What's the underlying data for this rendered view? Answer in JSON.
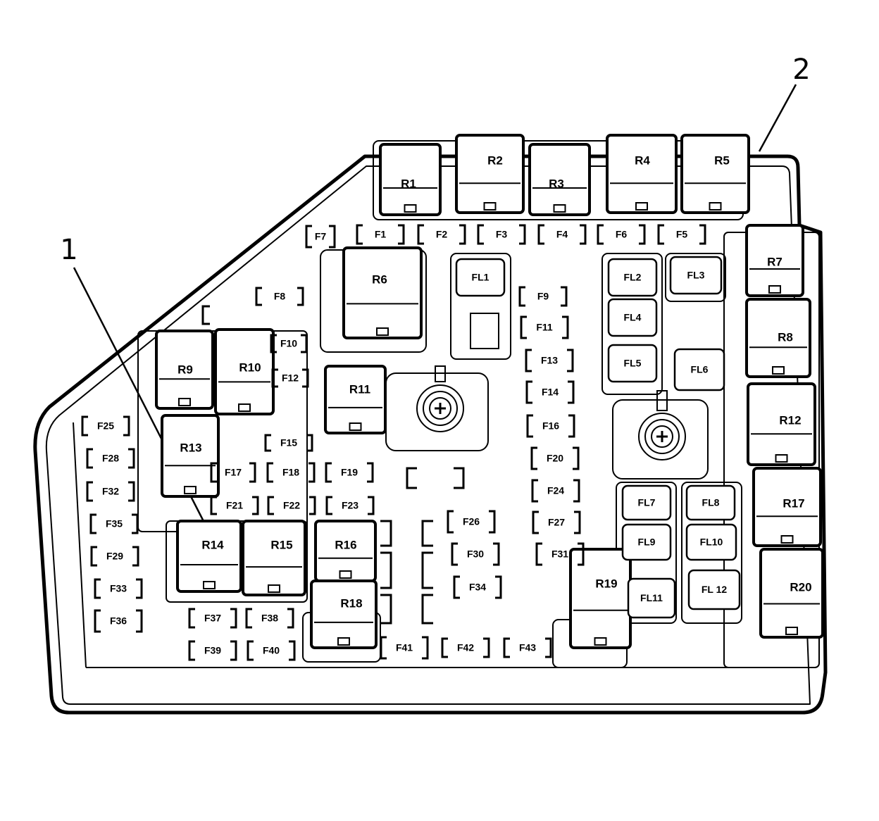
{
  "callouts": {
    "c1": "1",
    "c2": "2"
  },
  "relays": {
    "R1": "R1",
    "R2": "R2",
    "R3": "R3",
    "R4": "R4",
    "R5": "R5",
    "R6": "R6",
    "R7": "R7",
    "R8": "R8",
    "R9": "R9",
    "R10": "R10",
    "R11": "R11",
    "R12": "R12",
    "R13": "R13",
    "R14": "R14",
    "R15": "R15",
    "R16": "R16",
    "R17": "R17",
    "R18": "R18",
    "R19": "R19",
    "R20": "R20"
  },
  "fuses": {
    "F1": "F1",
    "F2": "F2",
    "F3": "F3",
    "F4": "F4",
    "F5": "F5",
    "F6": "F6",
    "F7": "F7",
    "F8": "F8",
    "F9": "F9",
    "F10": "F10",
    "F11": "F11",
    "F12": "F12",
    "F13": "F13",
    "F14": "F14",
    "F15": "F15",
    "F16": "F16",
    "F17": "F17",
    "F18": "F18",
    "F19": "F19",
    "F20": "F20",
    "F21": "F21",
    "F22": "F22",
    "F23": "F23",
    "F24": "F24",
    "F25": "F25",
    "F26": "F26",
    "F27": "F27",
    "F28": "F28",
    "F29": "F29",
    "F30": "F30",
    "F31": "F31",
    "F32": "F32",
    "F33": "F33",
    "F34": "F34",
    "F35": "F35",
    "F36": "F36",
    "F37": "F37",
    "F38": "F38",
    "F39": "F39",
    "F40": "F40",
    "F41": "F41",
    "F42": "F42",
    "F43": "F43"
  },
  "fusible_links": {
    "FL1": "FL1",
    "FL2": "FL2",
    "FL3": "FL3",
    "FL4": "FL4",
    "FL5": "FL5",
    "FL6": "FL6",
    "FL7": "FL7",
    "FL8": "FL8",
    "FL9": "FL9",
    "FL10": "FL10",
    "FL11": "FL11",
    "FL12": "FL 12"
  }
}
